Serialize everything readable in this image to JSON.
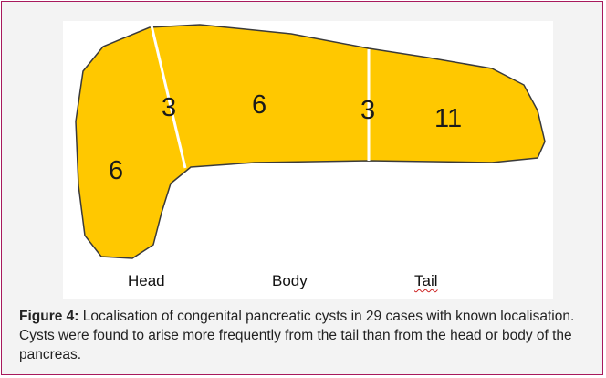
{
  "diagram": {
    "colors": {
      "organ_fill": "#ffc800",
      "outline": "#3a3a3a",
      "divider": "#ffffff"
    },
    "counts": {
      "head_lower": "6",
      "head_upper": "3",
      "body": "6",
      "body_tail": "3",
      "tail": "11"
    },
    "region_labels": {
      "head": "Head",
      "body": "Body",
      "tail": "Tail"
    }
  },
  "caption": {
    "label": "Figure 4:",
    "text": " Localisation of congenital pancreatic cysts in 29 cases with known localisation. Cysts were found to arise more frequently from the tail than from the head or body of the pancreas."
  }
}
